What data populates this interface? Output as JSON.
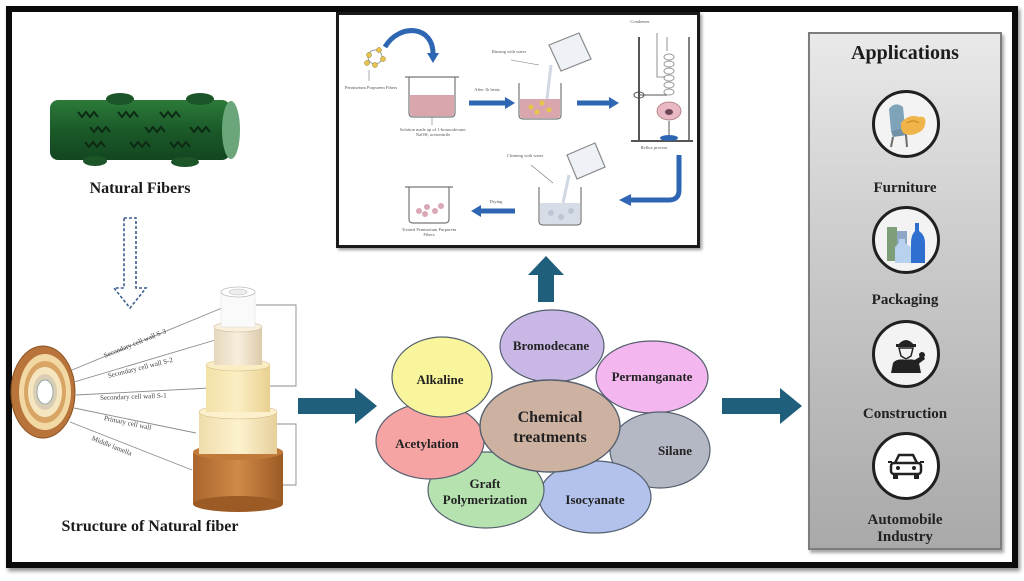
{
  "left": {
    "natural_fibers_label": "Natural Fibers",
    "structure_label": "Structure of Natural fiber",
    "layers": [
      "Secondary cell wall S-3",
      "Secondary cell wall S-2",
      "Secondary cell wall S-1",
      "Primary cell wall",
      "Middle lamella"
    ]
  },
  "process": {
    "fiber_label": "Pennisetum Purpurem Fibers",
    "solution_label": "Solution made up of 1-bromodecane, NaOH, acetonitrile",
    "arrow1_label": "After 1h heats",
    "rinse_label": "Rinsing with water",
    "reflux_label": "Reflux process",
    "condenser_label": "Condenser",
    "cleaning_label": "Cleaning with water",
    "drying_label": "Drying",
    "result_label": "Treated Pennisetum Purpurem Fibers"
  },
  "treatments": {
    "center": [
      "Chemical",
      "treatments"
    ],
    "petals": [
      {
        "label": "Bromodecane",
        "color": "#c9b8e6"
      },
      {
        "label": "Permanganate",
        "color": "#f3b6ee"
      },
      {
        "label": "Silane",
        "color": "#b4b7c4"
      },
      {
        "label": "Isocyanate",
        "color": "#b3c2ec"
      },
      {
        "label": "Graft Polymerization",
        "lines": [
          "Graft",
          "Polymerization"
        ],
        "color": "#b6e2b0"
      },
      {
        "label": "Acetylation",
        "color": "#f5a3a3"
      },
      {
        "label": "Alkaline",
        "color": "#f8f59c"
      }
    ],
    "center_color": "#cdb1a1"
  },
  "applications": {
    "title": "Applications",
    "items": [
      {
        "label": "Furniture",
        "icon": "armchair-icon"
      },
      {
        "label": "Packaging",
        "icon": "bottles-icon"
      },
      {
        "label": "Construction",
        "icon": "construction-worker-icon"
      },
      {
        "label": "Automobile Industry",
        "lines": [
          "Automobile",
          "Industry"
        ],
        "icon": "car-icon"
      }
    ]
  },
  "colors": {
    "arrow": "#1f5f7c",
    "fiber_green": "#1d5a2a",
    "process_arrow": "#2f66b3",
    "frame": "#0b0b0b"
  }
}
